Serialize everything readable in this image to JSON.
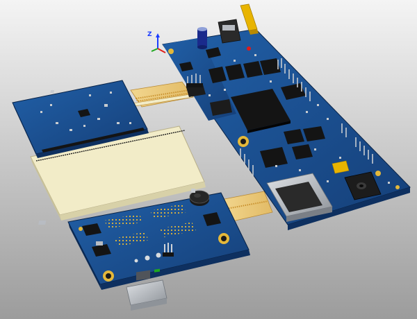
{
  "viewport": {
    "background_top": "#f4f4f4",
    "background_bottom": "#9c9c9c"
  },
  "axis_triad": {
    "z_label": "Z",
    "z_color": "#1a3cff",
    "x_color": "#e0201a",
    "y_color": "#1fa81f"
  },
  "colors": {
    "pcb_blue": "#1a4d8f",
    "pcb_blue_dark": "#0e3060",
    "pcb_edge": "#092347",
    "flex_cable": "#ecc87a",
    "flex_trace": "#c8902c",
    "stiffener": "#f2ecc8",
    "chip_black": "#141414",
    "gold_pad": "#e4b83a",
    "header_pin": "#c8ccd0",
    "capacitor_blue": "#1a2a8c",
    "antenna_yellow": "#e8b400",
    "metal_grey": "#b8bcc2"
  },
  "components": {
    "boards": [
      "main-board",
      "left-top-board",
      "bottom-board"
    ],
    "connectors": [
      "sd-card-slot",
      "rj45-jack",
      "usb-jack",
      "flex-cable-top",
      "flex-cable-right"
    ],
    "parts": [
      "cpu-chip",
      "ram-chip",
      "fpga-chip",
      "antenna",
      "electrolytic-capacitor",
      "coin-battery",
      "voltage-regulator"
    ]
  }
}
